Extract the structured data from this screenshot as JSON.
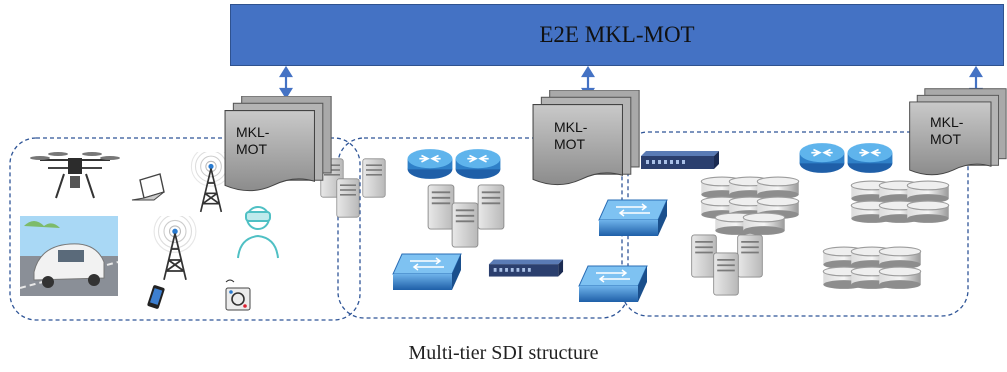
{
  "banner": {
    "title": "E2E MKL-MOT"
  },
  "tiers": [
    {
      "stack_label_line1": "MKL-",
      "stack_label_line2": "MOT"
    },
    {
      "stack_label_line1": "MKL-",
      "stack_label_line2": "MOT"
    },
    {
      "stack_label_line1": "MKL-",
      "stack_label_line2": "MOT"
    }
  ],
  "caption": "Multi-tier SDI structure",
  "colors": {
    "banner": "#4472c4",
    "arrow": "#4472c4",
    "tier_border": "#2f5597",
    "router": "#3aa0d8",
    "switch": "#2e75b6",
    "stack": "#9e9e9e"
  }
}
